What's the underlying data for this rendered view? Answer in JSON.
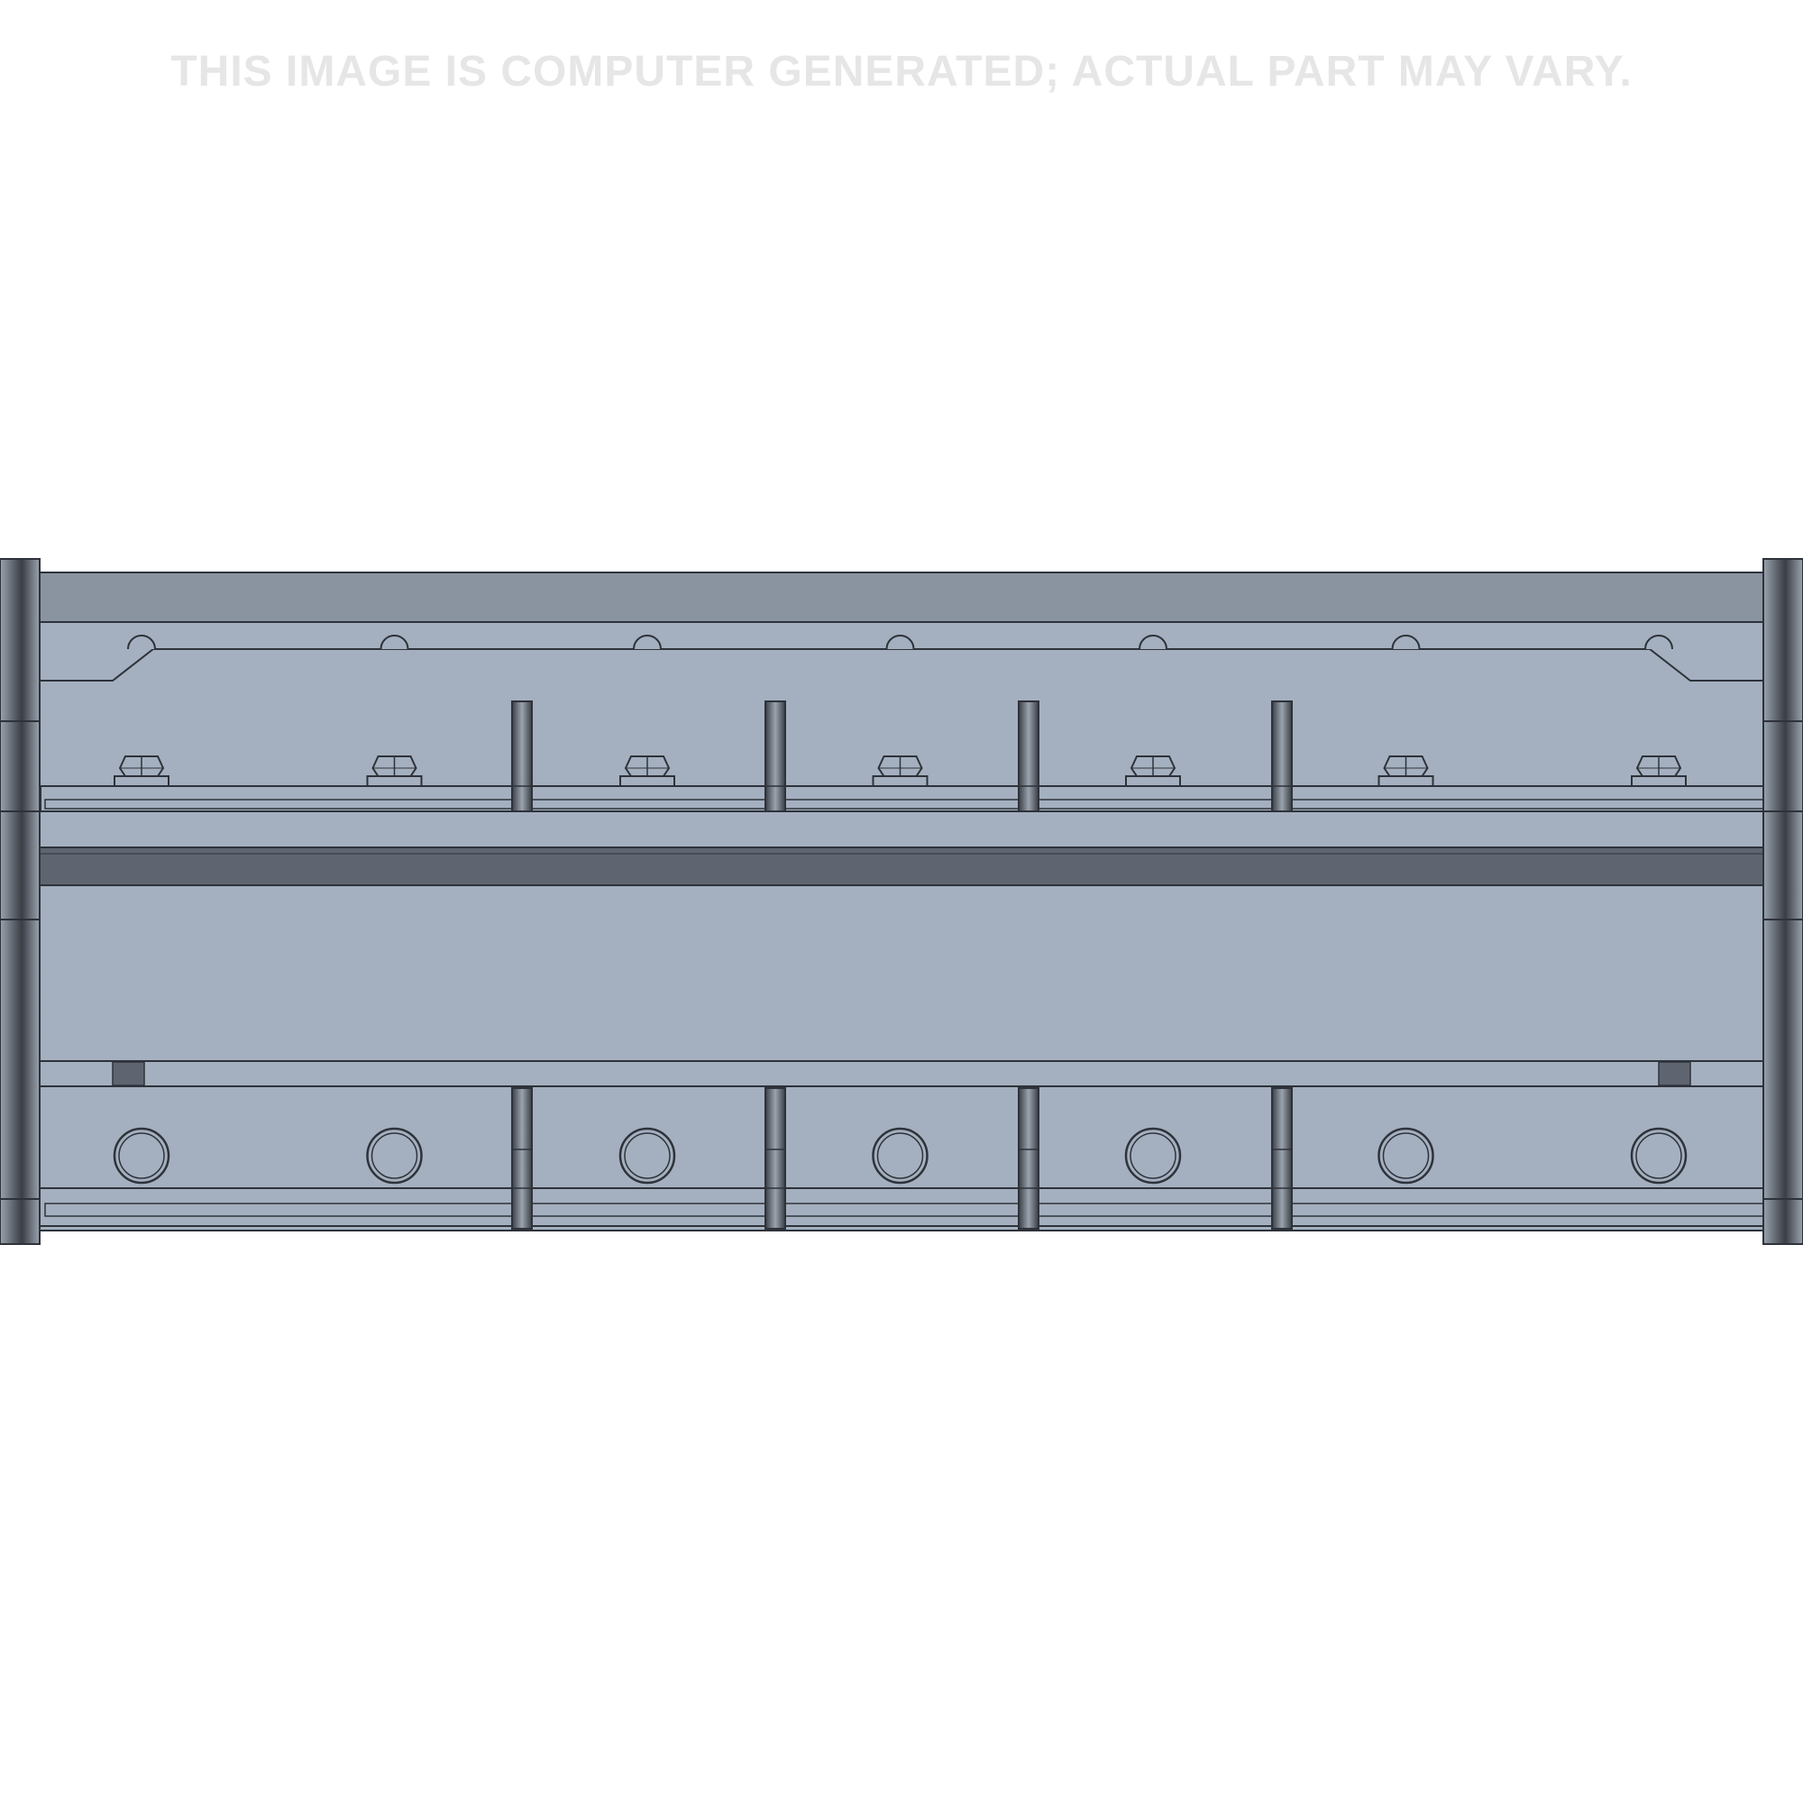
{
  "disclaimer": {
    "text": "THIS IMAGE IS COMPUTER GENERATED; ACTUAL PART MAY VARY.",
    "color": "#e6e6e6"
  },
  "part": {
    "colors": {
      "body": "#a4b0bf",
      "top_band": "#8a94a1",
      "dark_bar": "#5f6570",
      "outline": "#2e323a",
      "end_cap_dark": "#3a3e45",
      "end_cap_light": "#9aa3ae"
    },
    "top_notch_count": 7,
    "bolt_count": 7,
    "tab_count": 4,
    "ring_count": 7
  }
}
